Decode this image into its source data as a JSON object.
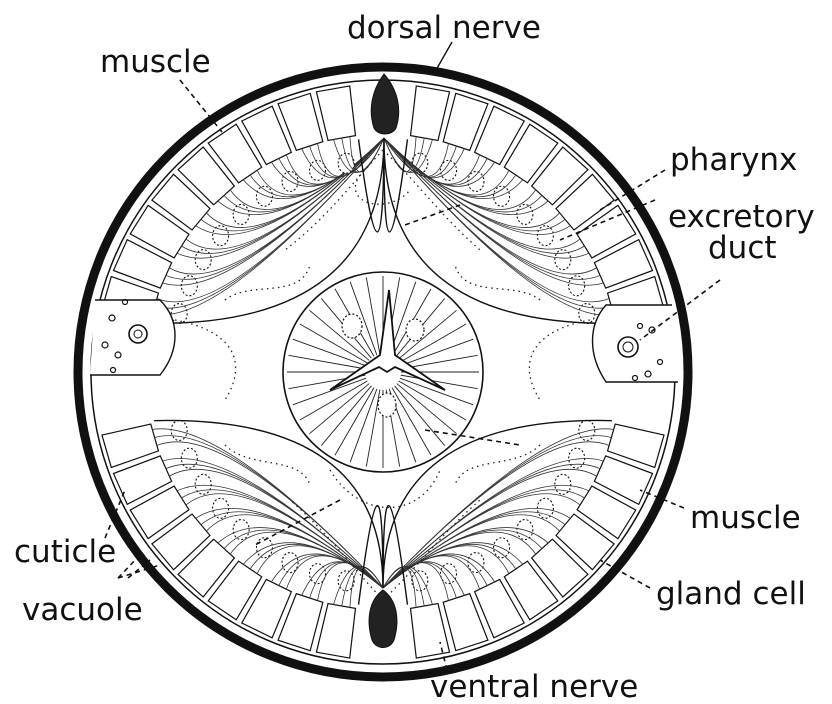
{
  "labels": {
    "dorsal_nerve": "dorsal nerve",
    "muscle_top": "muscle",
    "pharynx": "pharynx",
    "excretory_line1": "excretory",
    "excretory_line2": "duct",
    "muscle_right": "muscle",
    "gland_cell": "gland cell",
    "ventral_nerve": "ventral nerve",
    "cuticle": "cuticle",
    "vacuole": "vacuole"
  },
  "colors": {
    "ink": "#111111",
    "background": "#ffffff"
  }
}
